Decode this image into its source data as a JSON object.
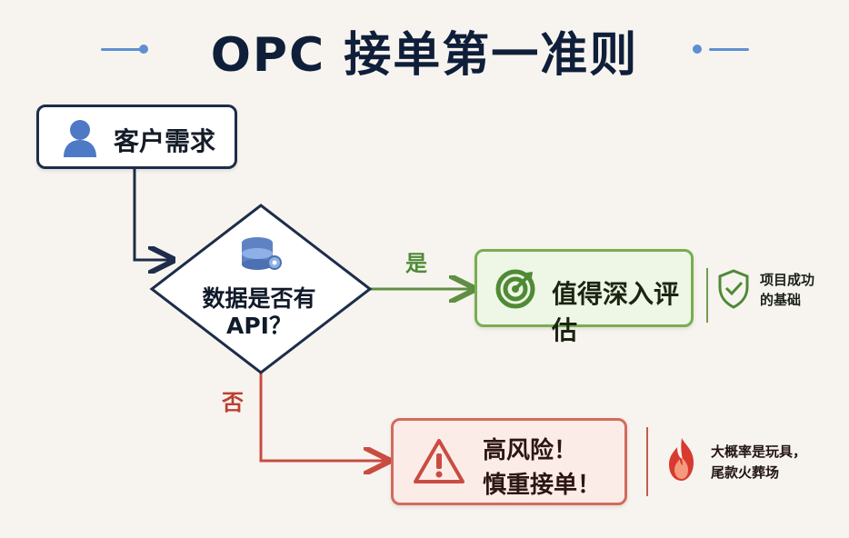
{
  "title": "OPC 接单第一准则",
  "nodes": {
    "customer": {
      "label": "客户需求"
    },
    "decision": {
      "line1": "数据是否有",
      "line2": "API？"
    },
    "good": {
      "label": "值得深入评估",
      "note_line1": "项目成功",
      "note_line2": "的基础"
    },
    "bad": {
      "line1": "高风险！",
      "line2": "慎重接单！",
      "note_line1": "大概率是玩具，",
      "note_line2": "尾款火葬场"
    }
  },
  "branches": {
    "yes": "是",
    "no": "否"
  },
  "colors": {
    "background": "#f7f4ef",
    "navy": "#1d2d4a",
    "green": "#78ad52",
    "red": "#d26b5d",
    "blue_accent": "#5e8fd1"
  },
  "icons": {
    "customer": "user-icon",
    "decision": "database-gear-icon",
    "good": "target-icon",
    "good_note": "shield-check-icon",
    "bad": "warning-icon",
    "bad_note": "fire-icon"
  }
}
